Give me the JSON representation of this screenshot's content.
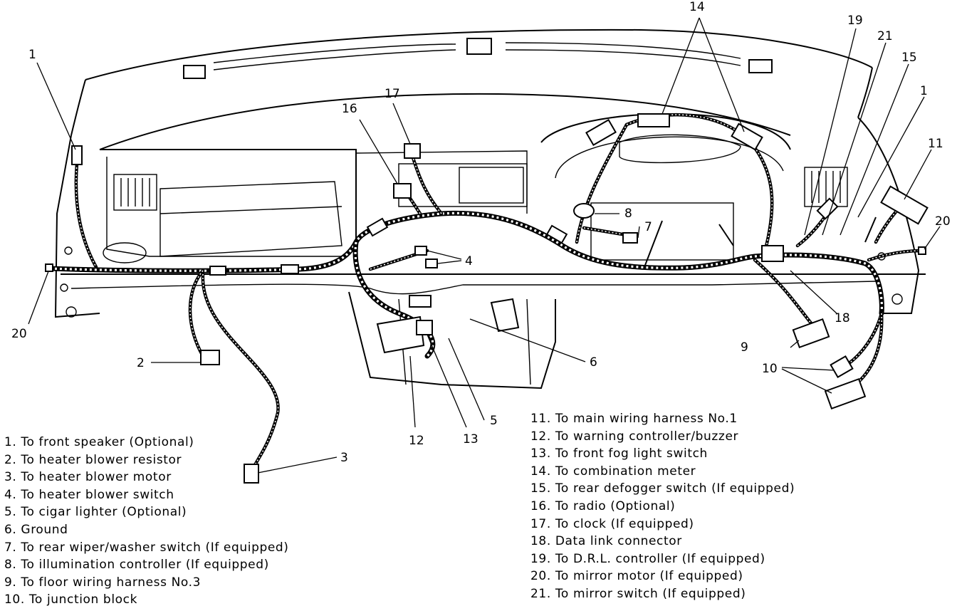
{
  "callouts": {
    "c1a": "1",
    "c1b": "1",
    "c2": "2",
    "c3": "3",
    "c4": "4",
    "c5": "5",
    "c6": "6",
    "c7": "7",
    "c8": "8",
    "c9": "9",
    "c10": "10",
    "c11": "11",
    "c12": "12",
    "c13": "13",
    "c14": "14",
    "c15": "15",
    "c16": "16",
    "c17": "17",
    "c18": "18",
    "c19": "19",
    "c20a": "20",
    "c20b": "20",
    "c21": "21"
  },
  "legend_left": [
    "1. To front speaker (Optional)",
    "2. To heater blower resistor",
    "3. To heater blower motor",
    "4. To heater blower switch",
    "5. To cigar lighter (Optional)",
    "6. Ground",
    "7. To rear wiper/washer switch (If equipped)",
    "8. To illumination controller (If equipped)",
    "9. To floor wiring harness No.3",
    "10. To junction block"
  ],
  "legend_right": [
    "11. To main wiring harness No.1",
    "12. To warning controller/buzzer",
    "13. To front fog light switch",
    "14. To combination meter",
    "15. To rear defogger switch (If equipped)",
    "16. To radio (Optional)",
    "17. To clock (If equipped)",
    "18. Data link connector",
    "19. To D.R.L. controller (If equipped)",
    "20. To mirror motor (If equipped)",
    "21. To mirror switch (If equipped)"
  ]
}
